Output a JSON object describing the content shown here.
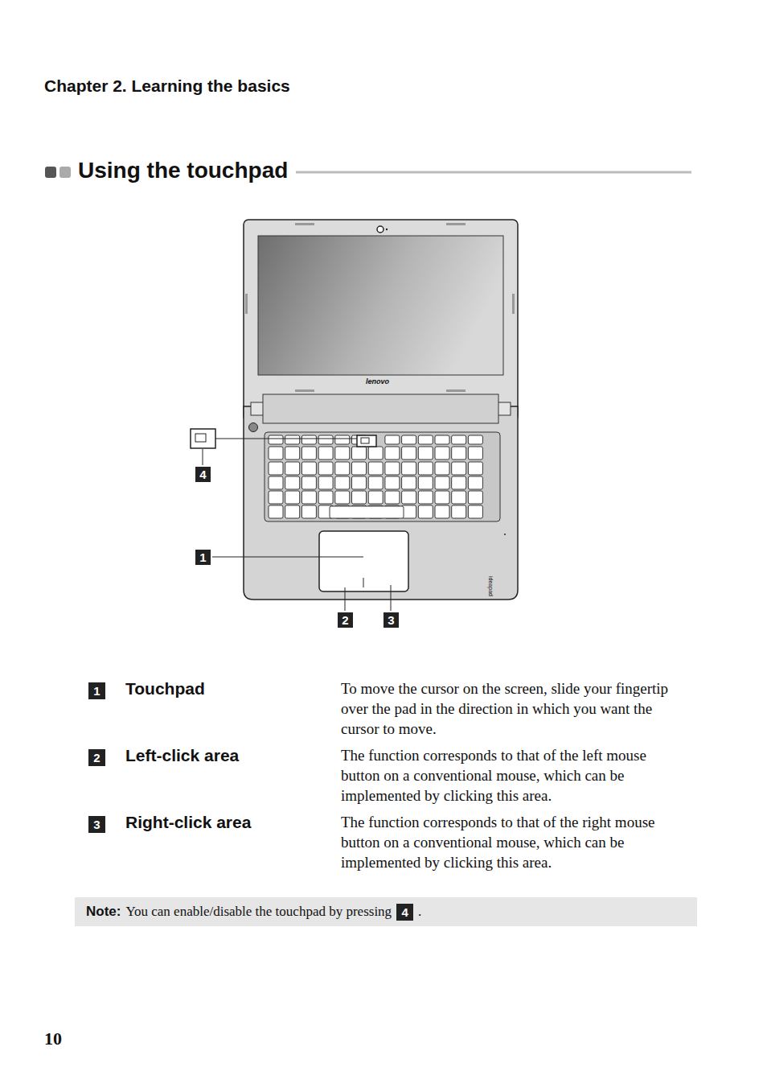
{
  "diagram": {
    "title": "Using the touchpad",
    "nodes": [
      {
        "text": [
          "4"
        ]
      },
      {
        "text": [
          "1"
        ]
      },
      {
        "text": [
          "2"
        ]
      },
      {
        "text": [
          "3"
        ]
      },
      {
        "text": [
          "1"
        ]
      },
      {
        "text": [
          "2"
        ]
      },
      {
        "text": [
          "3"
        ]
      },
      {
        "text": [
          "Note:",
          "You can enable/disable the touchpad by pressing",
          "."
        ]
      },
      {
        "text": [
          "4"
        ],
        "in": 7
      }
    ],
    "labels": [
      "Chapter 2. Learning the basics",
      "lenovo",
      "ideapad",
      "Touchpad",
      "To move the cursor on the screen, slide your fingertip over the pad in the direction in which you want the cursor to move.",
      "Left-click area",
      "The function corresponds to that of the left mouse button on a conventional mouse, which can be implemented by clicking this area.",
      "Right-click area",
      "The function corresponds to that of the right mouse button on a conventional mouse, which can be implemented by clicking this area.",
      "10"
    ]
  }
}
